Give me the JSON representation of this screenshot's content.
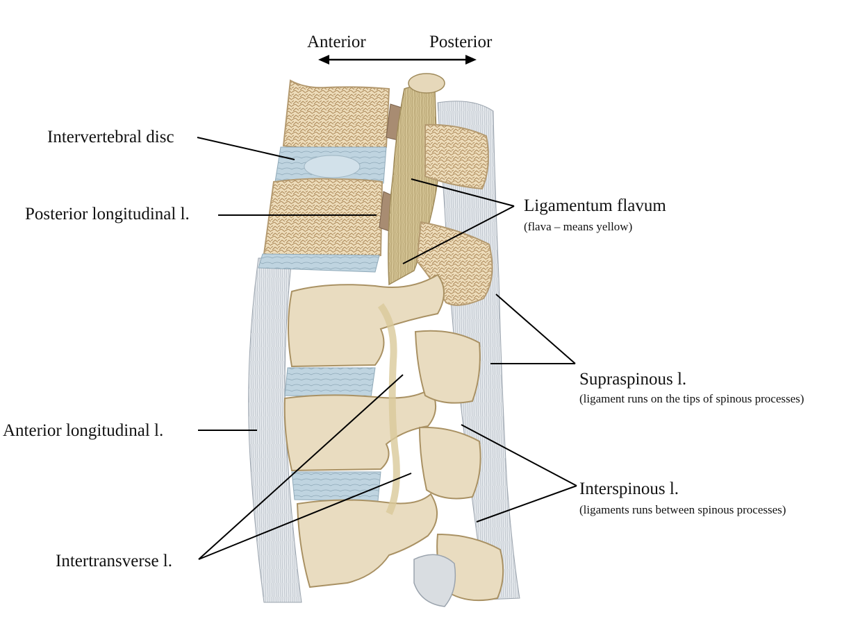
{
  "orientation": {
    "anterior": "Anterior",
    "posterior": "Posterior"
  },
  "labels": {
    "intervertebral_disc": "Intervertebral disc",
    "posterior_longitudinal": "Posterior longitudinal l.",
    "ligamentum_flavum": "Ligamentum flavum",
    "ligamentum_flavum_note": "(flava – means yellow)",
    "supraspinous": "Supraspinous l.",
    "supraspinous_note": "(ligament runs on the tips of spinous processes)",
    "anterior_longitudinal": "Anterior longitudinal l.",
    "interspinous": "Interspinous l.",
    "interspinous_note": "(ligaments runs between spinous processes)",
    "intertransverse": "Intertransverse l."
  },
  "colors": {
    "bone": "#e9dcc0",
    "bone_shadow": "#cdb892",
    "cancellous": "#c8a878",
    "disc": "#bcd3df",
    "ligament_white": "#e6e9ec",
    "ligament_flavum": "#d8c89a",
    "posterior_band": "#a88c72",
    "leader": "#000000"
  }
}
